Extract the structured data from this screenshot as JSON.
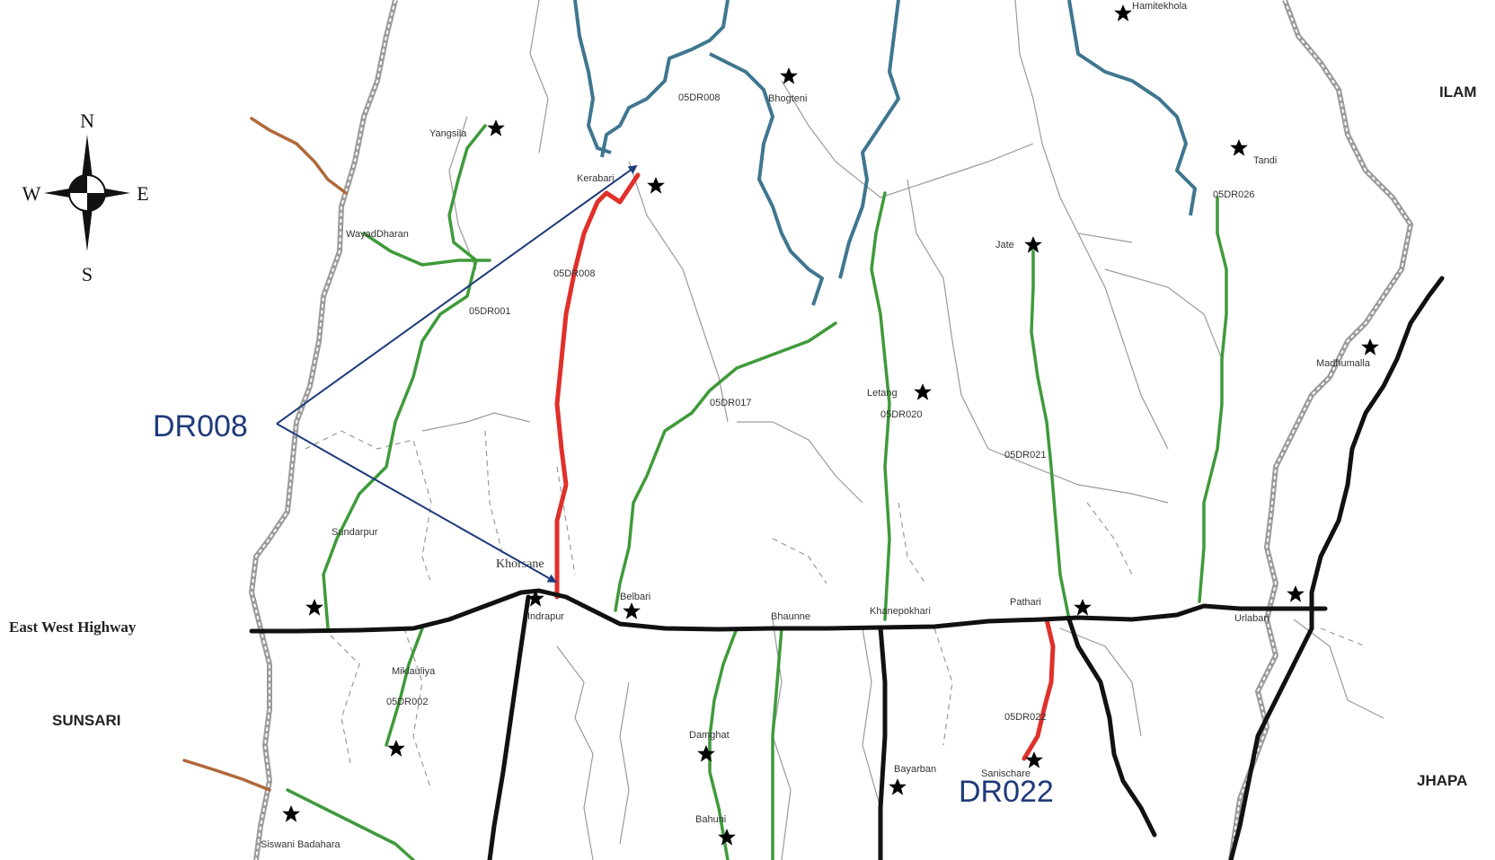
{
  "compass": {
    "n": "N",
    "s": "S",
    "e": "E",
    "w": "W"
  },
  "regions": {
    "ilam": "ILAM",
    "sunsari": "SUNSARI",
    "jhapa": "JHAPA"
  },
  "highway": {
    "label": "East West Highway"
  },
  "callouts": {
    "dr008": "DR008",
    "dr022": "DR022"
  },
  "places": {
    "yangsila": "Yangsila",
    "wayadharan": "WayadDharan",
    "kerabari": "Kerabari",
    "bhogateni": "Bhogteni",
    "tandi": "Tandi",
    "jate": "Jate",
    "letang": "Letang",
    "madhumalla": "Madhumalla",
    "sundarpur": "Sundarpur",
    "khorsane": "Khorsane",
    "indrapur": "Indrapur",
    "belbari": "Belbari",
    "bhaunne": "Bhaunne",
    "khanepokhari": "Khanepokhari",
    "pathari": "Pathari",
    "urlabari": "Urlabari",
    "miklauliya": "Miklauliya",
    "damak": "Damghat",
    "bayarban": "Bayarban",
    "sanischare": "Sanischare",
    "bahuni": "Bahuni",
    "siswani": "Siswani Badahara",
    "kamitekhola": "Hamitekhola"
  },
  "road_codes": {
    "r008_top": "05DR008",
    "r008_mid": "05DR008",
    "r001": "05DR001",
    "r017": "05DR017",
    "r020": "05DR020",
    "r021": "05DR021",
    "r026": "05DR026",
    "r002": "05DR002",
    "r022": "05DR022"
  },
  "colors": {
    "district_boundary": "#8a8a8a",
    "river": "#3f7690",
    "district_road": "#3f9a3a",
    "highlighted_road": "#e0302a",
    "highway": "#111111",
    "feeder": "#b0683a",
    "callout": "#1f3a7a"
  }
}
